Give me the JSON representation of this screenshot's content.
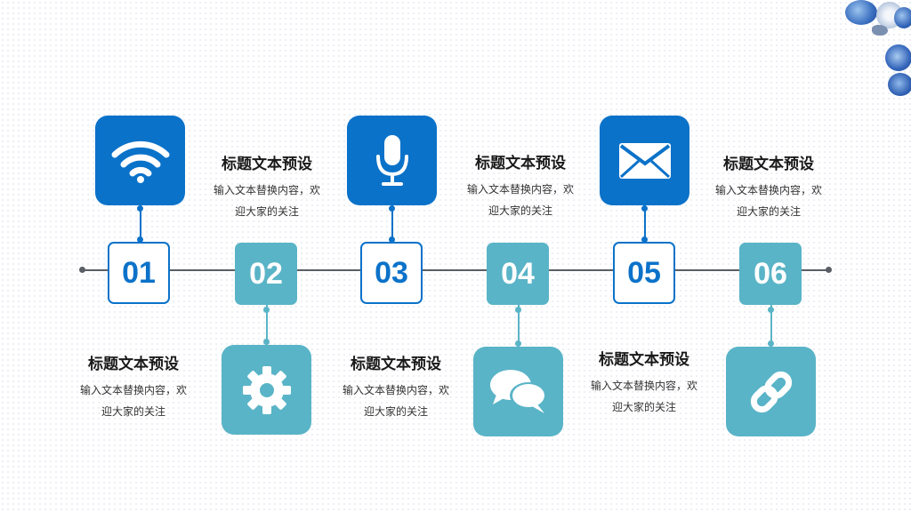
{
  "colors": {
    "blue": "#0b72c9",
    "teal": "#5ab4c7",
    "line": "#5a5f66"
  },
  "steps": [
    {
      "number": "01",
      "icon": "wifi-icon",
      "title": "标题文本预设",
      "desc_line1": "输入文本替换内容，欢",
      "desc_line2": "迎大家的关注"
    },
    {
      "number": "02",
      "icon": "gear-icon",
      "title": "标题文本预设",
      "desc_line1": "输入文本替换内容，欢",
      "desc_line2": "迎大家的关注"
    },
    {
      "number": "03",
      "icon": "microphone-icon",
      "title": "标题文本预设",
      "desc_line1": "输入文本替换内容，欢",
      "desc_line2": "迎大家的关注"
    },
    {
      "number": "04",
      "icon": "chat-bubbles-icon",
      "title": "标题文本预设",
      "desc_line1": "输入文本替换内容，欢",
      "desc_line2": "迎大家的关注"
    },
    {
      "number": "05",
      "icon": "envelope-icon",
      "title": "标题文本预设",
      "desc_line1": "输入文本替换内容，欢",
      "desc_line2": "迎大家的关注"
    },
    {
      "number": "06",
      "icon": "link-icon",
      "title": "标题文本预设",
      "desc_line1": "输入文本替换内容，欢",
      "desc_line2": "迎大家的关注"
    }
  ]
}
